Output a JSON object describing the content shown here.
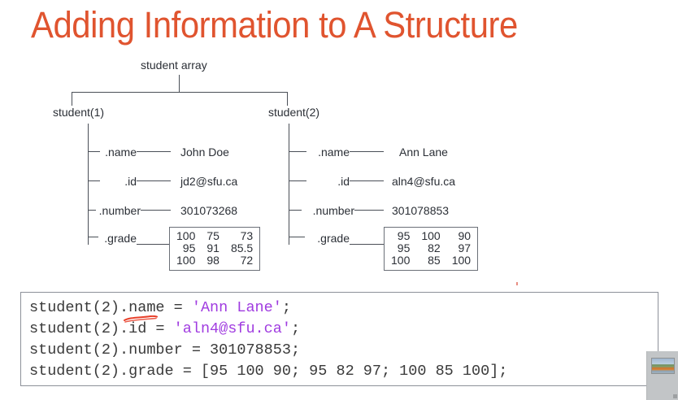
{
  "slide": {
    "title": "Adding Information to A Structure",
    "title_color": "#E0542F"
  },
  "diagram": {
    "root_label": "student array",
    "branches": [
      {
        "node_label": "student(1)",
        "fields": [
          {
            "label": ".name",
            "value": "John Doe"
          },
          {
            "label": ".id",
            "value": "jd2@sfu.ca"
          },
          {
            "label": ".number",
            "value": "301073268"
          },
          {
            "label": ".grade",
            "value": ""
          }
        ],
        "grade_matrix": [
          [
            "100",
            "75",
            "73"
          ],
          [
            "95",
            "91",
            "85.5"
          ],
          [
            "100",
            "98",
            "72"
          ]
        ]
      },
      {
        "node_label": "student(2)",
        "fields": [
          {
            "label": ".name",
            "value": "Ann Lane"
          },
          {
            "label": ".id",
            "value": "aln4@sfu.ca"
          },
          {
            "label": ".number",
            "value": "301078853"
          },
          {
            "label": ".grade",
            "value": ""
          }
        ],
        "grade_matrix": [
          [
            "95",
            "100",
            "90"
          ],
          [
            "95",
            "82",
            "97"
          ],
          [
            "100",
            "85",
            "100"
          ]
        ]
      }
    ]
  },
  "code": {
    "string_color": "#A03CE0",
    "lines": [
      {
        "prefix": "student(2).name = ",
        "string": "'Ann Lane'",
        "suffix": ";"
      },
      {
        "prefix": "student(2).id = ",
        "string": "'aln4@sfu.ca'",
        "suffix": ";"
      },
      {
        "prefix": "student(2).number = 301078853;",
        "string": "",
        "suffix": ""
      },
      {
        "prefix": "student(2).grade = [95 100 90; 95 82 97; 100 85 100];",
        "string": "",
        "suffix": ""
      }
    ]
  },
  "annotation": {
    "red_underline_color": "#E8402A",
    "red_underline_target": "student(2)"
  }
}
